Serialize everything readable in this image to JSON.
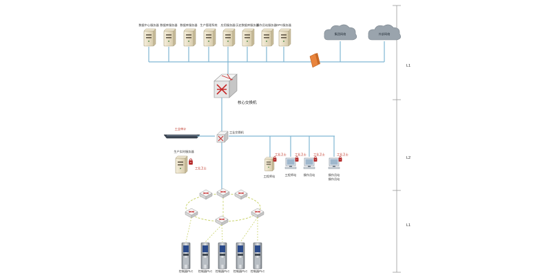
{
  "colors": {
    "link": "#7fb6d3",
    "server_body": "#efe6cf",
    "device_red": "#b22222",
    "cloud": "#9aa4ad",
    "firewall": "#e9843c",
    "ring": "#c9d36a"
  },
  "levels": [
    "L1",
    "L2",
    "L1"
  ],
  "servers": [
    {
      "label": "数据中心服务器"
    },
    {
      "label": "数据库服务器"
    },
    {
      "label": "数据库服务器"
    },
    {
      "label": "生产管理系统"
    },
    {
      "label": "应用服务器"
    },
    {
      "label": "历史数据库服务器"
    },
    {
      "label": "操作员站服务器"
    },
    {
      "label": "OPC服务器"
    }
  ],
  "clouds": [
    {
      "label": "集团网络"
    },
    {
      "label": "外部网络"
    }
  ],
  "core_switch": {
    "label": "核心交换机"
  },
  "industrial_switch": {
    "label": "工业交换机"
  },
  "audit_device": {
    "label": "工业审计"
  },
  "production_server": {
    "label": "生产实时服务器"
  },
  "firewall_tag": "工业卫士",
  "workstations": [
    {
      "label": "工程师站"
    },
    {
      "label": "工程师站"
    },
    {
      "label": "操作员站"
    },
    {
      "label": "操作员站"
    },
    {
      "label": "操作员站"
    }
  ],
  "controllers": [
    {
      "label": "控制器PLC"
    },
    {
      "label": "控制器PLC"
    },
    {
      "label": "控制器PLC"
    },
    {
      "label": "控制器PLC"
    },
    {
      "label": "控制器PLC"
    }
  ]
}
